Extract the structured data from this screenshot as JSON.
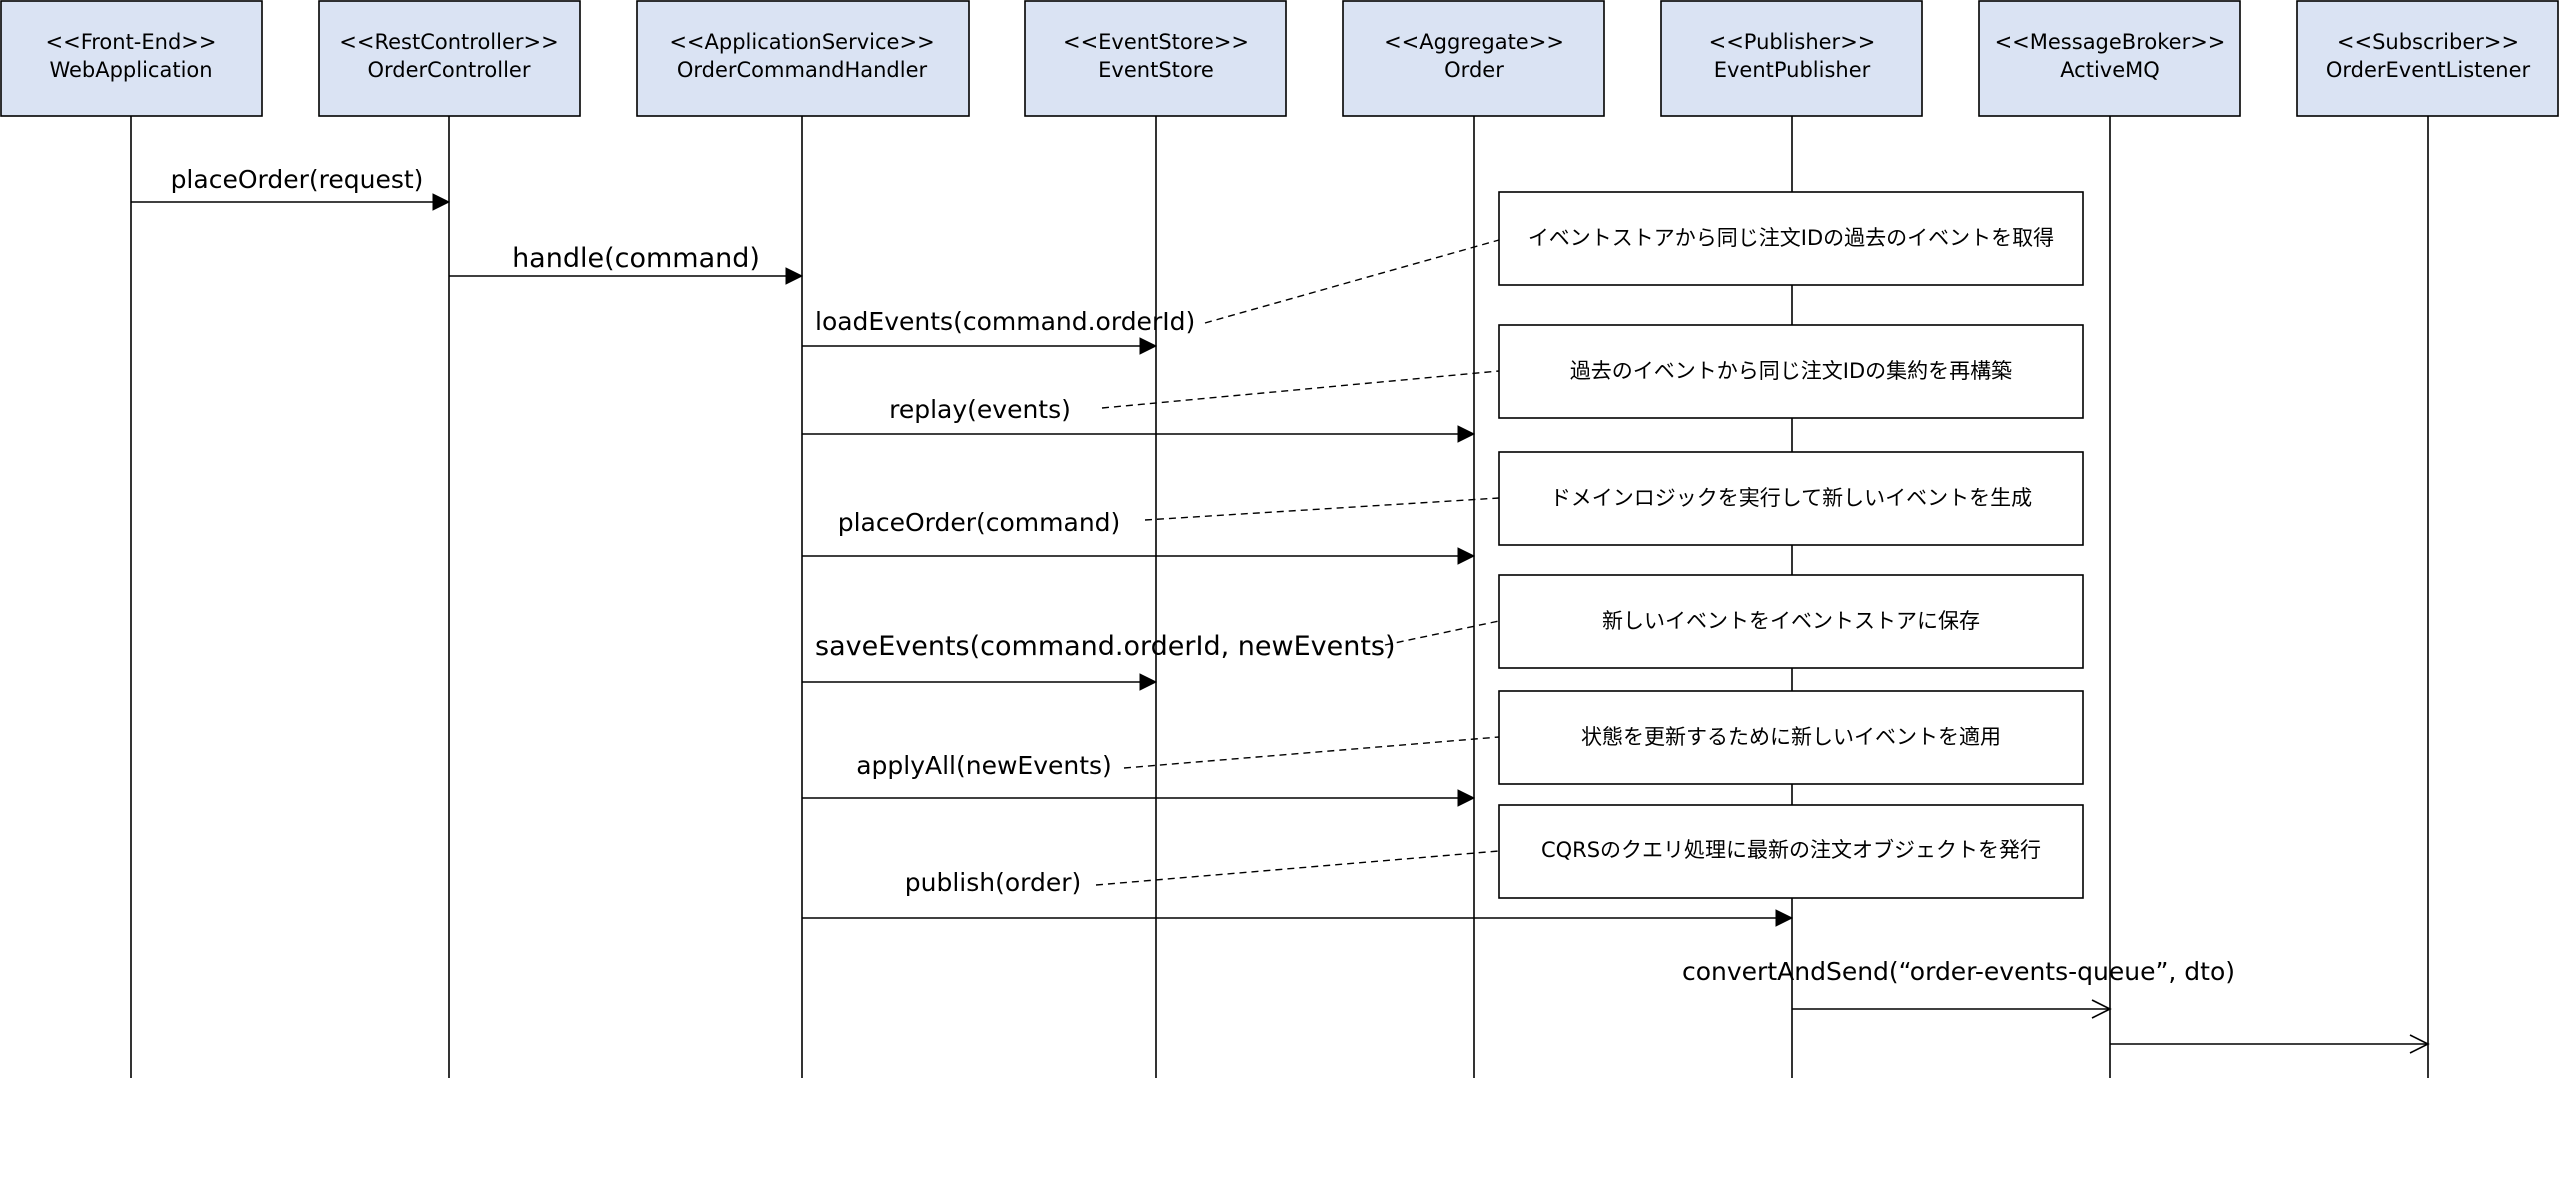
{
  "participants": [
    {
      "stereotype": "<<Front-End>>",
      "name": "WebApplication"
    },
    {
      "stereotype": "<<RestController>>",
      "name": "OrderController"
    },
    {
      "stereotype": "<<ApplicationService>>",
      "name": "OrderCommandHandler"
    },
    {
      "stereotype": "<<EventStore>>",
      "name": "EventStore"
    },
    {
      "stereotype": "<<Aggregate>>",
      "name": "Order"
    },
    {
      "stereotype": "<<Publisher>>",
      "name": "EventPublisher"
    },
    {
      "stereotype": "<<MessageBroker>>",
      "name": "ActiveMQ"
    },
    {
      "stereotype": "<<Subscriber>>",
      "name": "OrderEventListener"
    }
  ],
  "messages": [
    {
      "label": "placeOrder(request)",
      "from": 0,
      "to": 1,
      "style": "sync"
    },
    {
      "label": "handle(command)",
      "from": 1,
      "to": 2,
      "style": "sync"
    },
    {
      "label": "loadEvents(command.orderId)",
      "from": 2,
      "to": 3,
      "style": "sync",
      "note": 0
    },
    {
      "label": "replay(events)",
      "from": 2,
      "to": 4,
      "style": "sync",
      "note": 1
    },
    {
      "label": "placeOrder(command)",
      "from": 2,
      "to": 4,
      "style": "sync",
      "note": 2
    },
    {
      "label": "saveEvents(command.orderId, newEvents)",
      "from": 2,
      "to": 3,
      "style": "sync",
      "note": 3
    },
    {
      "label": "applyAll(newEvents)",
      "from": 2,
      "to": 4,
      "style": "sync",
      "note": 4
    },
    {
      "label": "publish(order)",
      "from": 2,
      "to": 5,
      "style": "sync",
      "note": 5
    },
    {
      "label": "convertAndSend(“order-events-queue”, dto)",
      "from": 5,
      "to": 6,
      "style": "async"
    },
    {
      "label": "",
      "from": 6,
      "to": 7,
      "style": "async"
    }
  ],
  "notes": [
    {
      "text": "イベントストアから同じ注文IDの過去のイベントを取得"
    },
    {
      "text": "過去のイベントから同じ注文IDの集約を再構築"
    },
    {
      "text": "ドメインロジックを実行して新しいイベントを生成"
    },
    {
      "text": "新しいイベントをイベントストアに保存"
    },
    {
      "text": "状態を更新するために新しいイベントを適用"
    },
    {
      "text": "CQRSのクエリ処理に最新の注文オブジェクトを発行"
    }
  ]
}
